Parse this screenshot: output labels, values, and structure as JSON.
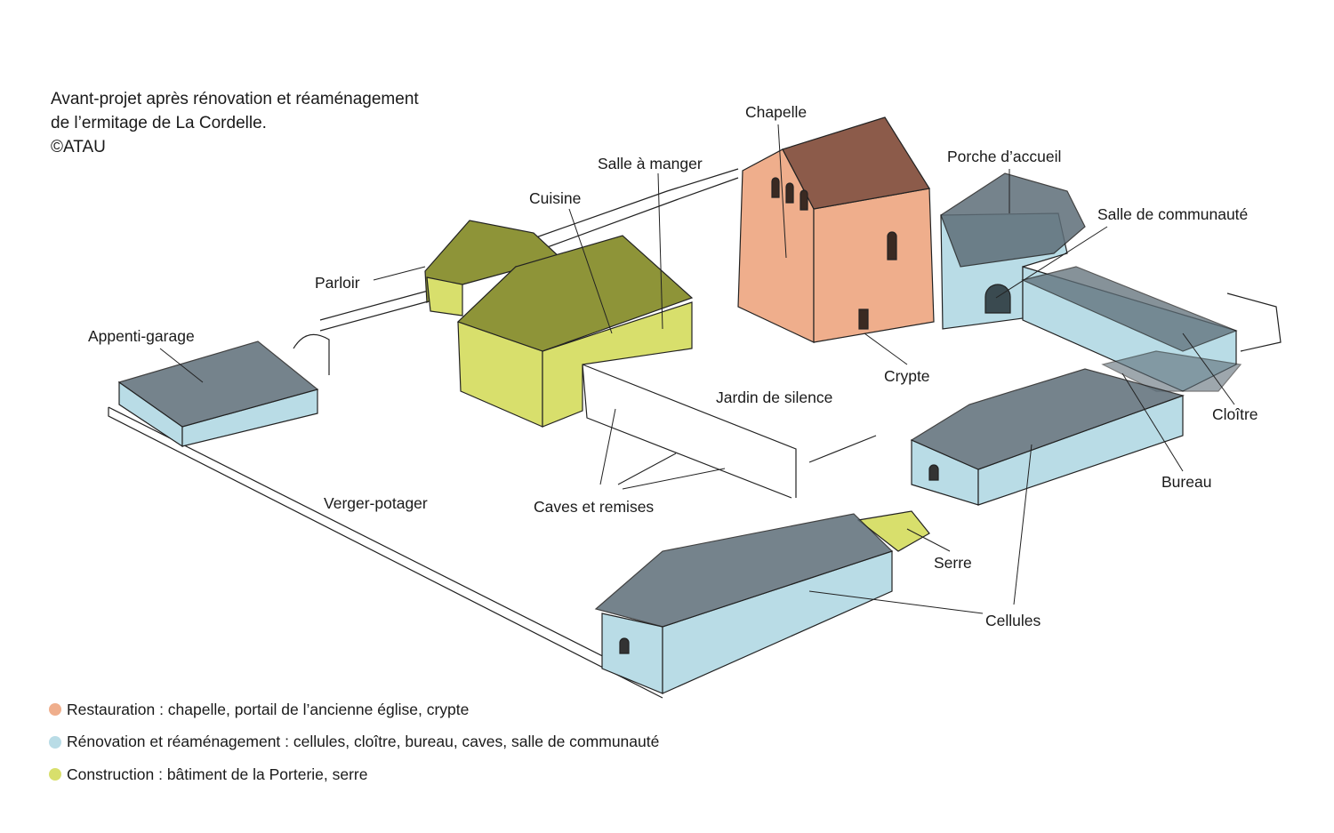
{
  "title": {
    "lines": [
      "Avant-projet après rénovation et réaménagement",
      "de l’ermitage de La Cordelle.",
      "©ATAU"
    ]
  },
  "colors": {
    "restauration": "#EFAE8C",
    "renovation": "#B9DCE6",
    "construction": "#D8DF6C",
    "roof_restauration": "#8C5B4A",
    "roof_renovation": "#5E6E78",
    "roof_construction": "#8E9438"
  },
  "labels": {
    "chapelle": "Chapelle",
    "salle_a_manger": "Salle à manger",
    "cuisine": "Cuisine",
    "parloir": "Parloir",
    "appenti_garage": "Appenti-garage",
    "porche_accueil": "Porche d’accueil",
    "salle_communaute": "Salle de communauté",
    "jardin_silence": "Jardin de silence",
    "crypte": "Crypte",
    "cloitre": "Cloître",
    "bureau": "Bureau",
    "serre": "Serre",
    "cellules": "Cellules",
    "verger_potager": "Verger-potager",
    "caves_remises": "Caves et remises"
  },
  "legend": [
    {
      "label": "Restauration : chapelle, portail de l’ancienne église, crypte",
      "color": "#EFAE8C"
    },
    {
      "label": "Rénovation et réaménagement : cellules, cloître, bureau, caves, salle de communauté",
      "color": "#B9DCE6"
    },
    {
      "label": "Construction : bâtiment de la Porterie, serre",
      "color": "#D8DF6C"
    }
  ]
}
